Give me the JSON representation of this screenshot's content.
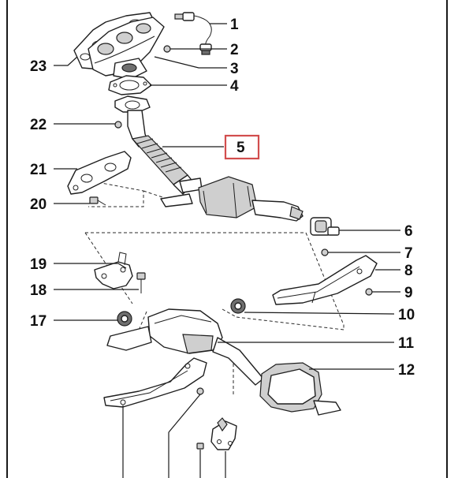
{
  "colors": {
    "line": "#1f1f1f",
    "highlight": "#d24d4d",
    "shade": "#cfcfcf"
  },
  "callouts": [
    {
      "label": "1"
    },
    {
      "label": "2"
    },
    {
      "label": "3"
    },
    {
      "label": "4"
    },
    {
      "label": "5",
      "highlighted": true
    },
    {
      "label": "6"
    },
    {
      "label": "7"
    },
    {
      "label": "8"
    },
    {
      "label": "9"
    },
    {
      "label": "10"
    },
    {
      "label": "11"
    },
    {
      "label": "12"
    },
    {
      "label": "17"
    },
    {
      "label": "18"
    },
    {
      "label": "19"
    },
    {
      "label": "20"
    },
    {
      "label": "21"
    },
    {
      "label": "22"
    },
    {
      "label": "23"
    }
  ]
}
